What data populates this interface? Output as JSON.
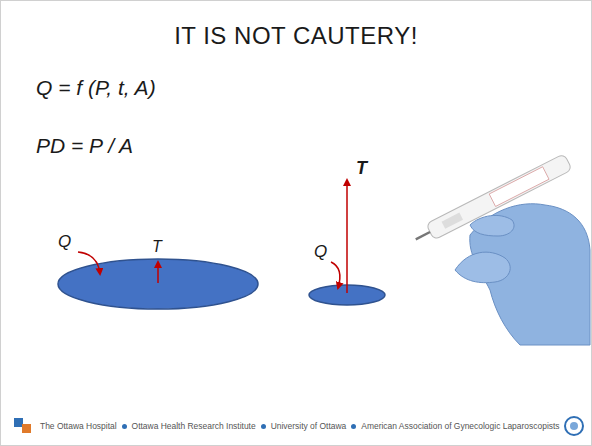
{
  "diagram": {
    "title": "IT IS NOT CAUTERY!",
    "labels": [
      "Q = f (P, t, A)",
      "PD = P / A",
      "Q",
      "T",
      "Q",
      "T",
      "The Ottawa Hospital",
      "Ottawa Health Research Institute",
      "University of Ottawa",
      "American Association of Gynecologic Laparoscopists"
    ]
  }
}
